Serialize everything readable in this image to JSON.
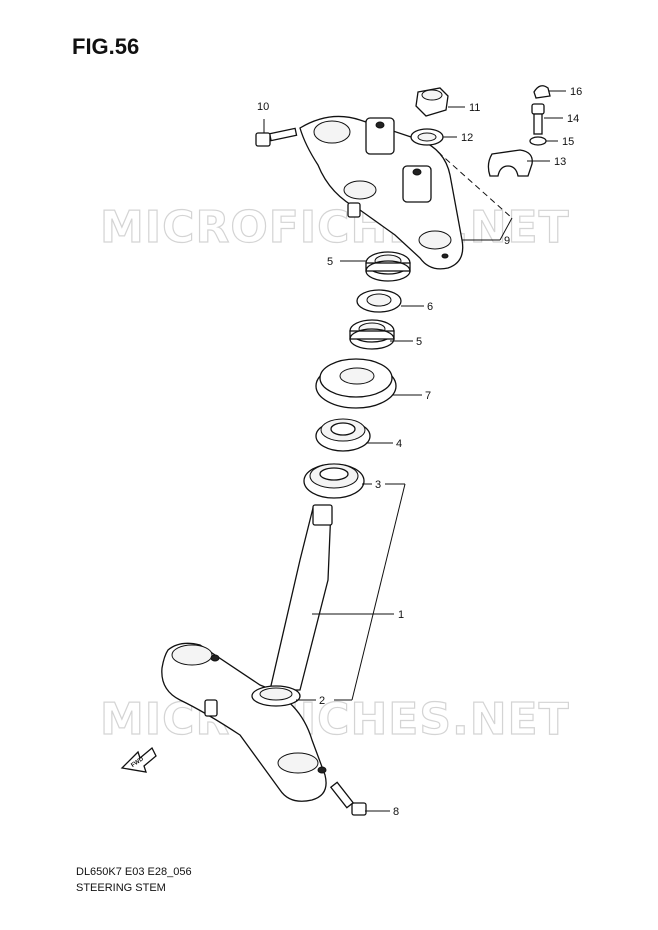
{
  "figure": {
    "title": "FIG.56",
    "code": "DL650K7 E03 E28_056",
    "name": "STEERING STEM"
  },
  "watermark": "MICROFICHES.NET",
  "fwd_label": "FWD",
  "callouts": [
    "1",
    "2",
    "3",
    "4",
    "5",
    "5",
    "6",
    "7",
    "8",
    "9",
    "10",
    "11",
    "12",
    "13",
    "14",
    "15",
    "16"
  ]
}
